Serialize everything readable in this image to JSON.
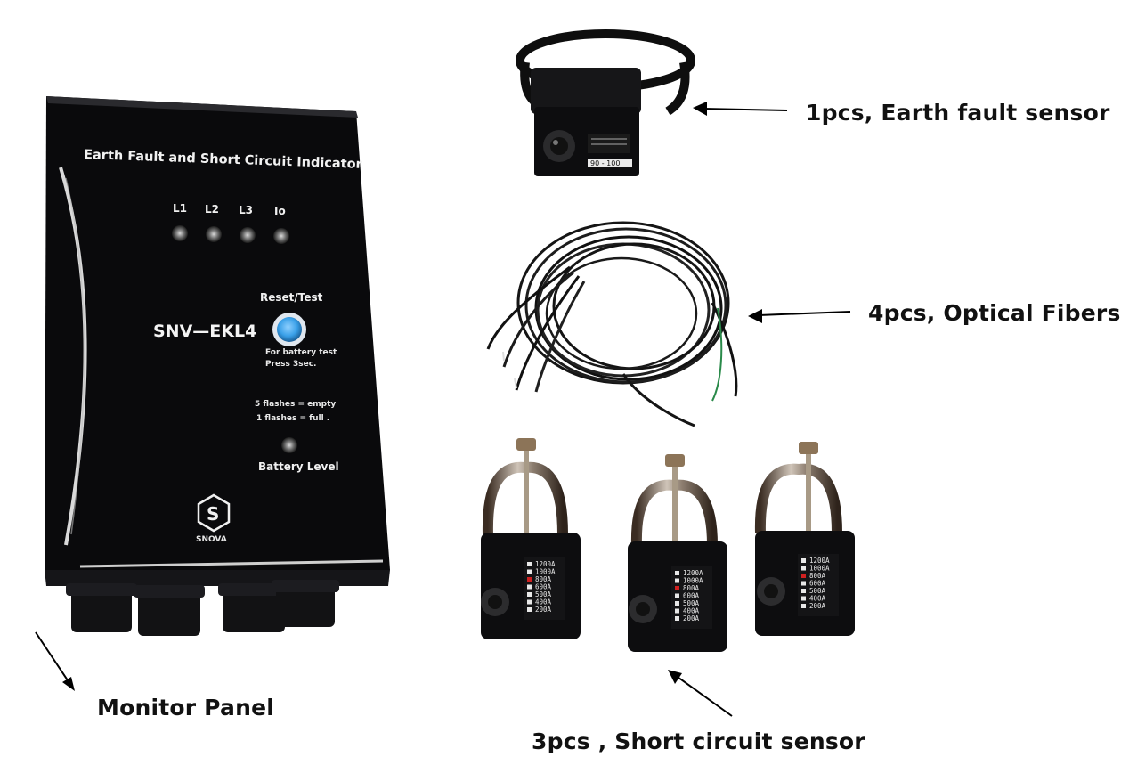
{
  "callouts": {
    "earth_fault": "1pcs, Earth fault sensor",
    "optical_fibers": "4pcs, Optical Fibers",
    "short_circuit": "3pcs , Short circuit sensor",
    "monitor_panel": "Monitor Panel"
  },
  "panel": {
    "title": "Earth Fault and Short Circuit Indicator",
    "leds": [
      "L1",
      "L2",
      "L3",
      "Io"
    ],
    "model": "SNV—EKL4",
    "reset_label": "Reset/Test",
    "battery_note_1": "For battery test",
    "battery_note_2": "Press 3sec.",
    "flash_note_1": "5 flashes = empty",
    "flash_note_2": "1 flashes = full .",
    "battery_level": "Battery Level",
    "brand": "SNOVA"
  },
  "earth_sensor": {
    "range": "90 - 100"
  },
  "short_sensor": {
    "scale": [
      "1200A",
      "1000A",
      "800A",
      "600A",
      "500A",
      "400A",
      "200A"
    ]
  },
  "colors": {
    "reset_button": "#3aa0e8",
    "panel_body": "#0b0b0d",
    "callout_text": "#111111"
  }
}
